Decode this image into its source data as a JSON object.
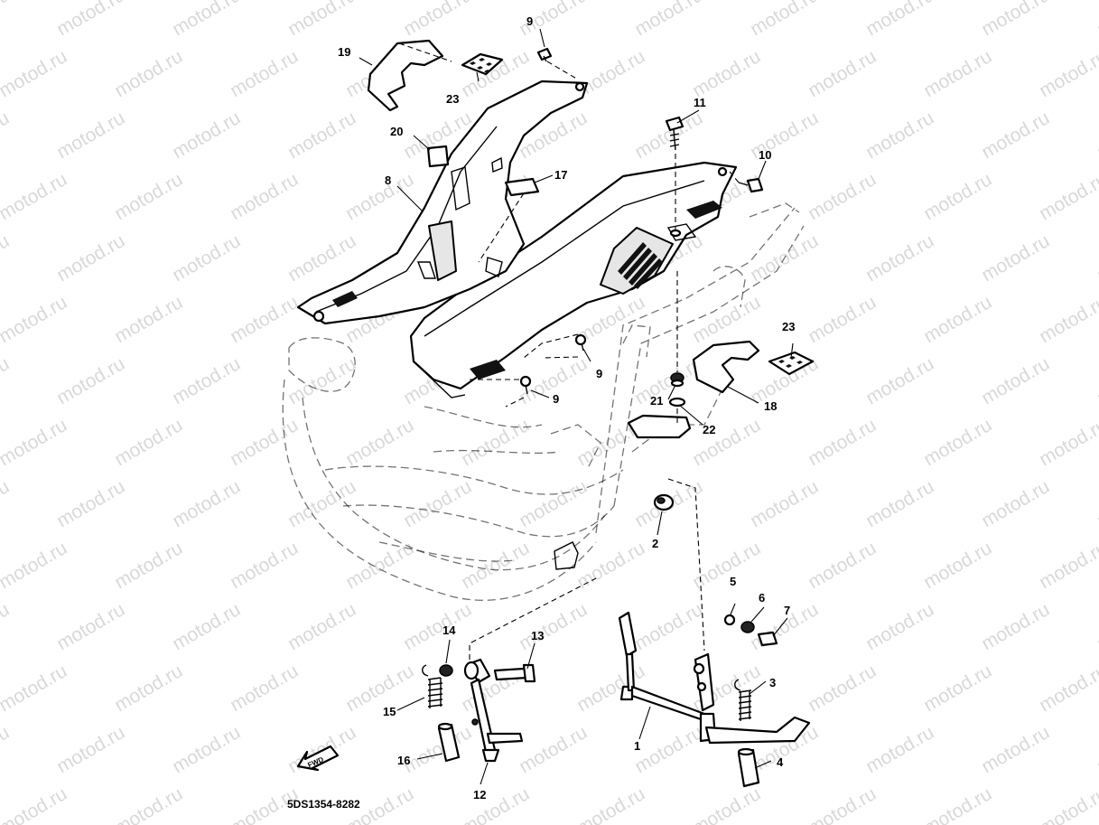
{
  "diagram_code": "5DS1354-8282",
  "watermark_text": "motod.ru",
  "fwd_label": "FWD",
  "callouts": [
    {
      "id": "c1",
      "text": "1"
    },
    {
      "id": "c2",
      "text": "2"
    },
    {
      "id": "c3",
      "text": "3"
    },
    {
      "id": "c4",
      "text": "4"
    },
    {
      "id": "c5",
      "text": "5"
    },
    {
      "id": "c6",
      "text": "6"
    },
    {
      "id": "c7",
      "text": "7"
    },
    {
      "id": "c8",
      "text": "8"
    },
    {
      "id": "c9a",
      "text": "9"
    },
    {
      "id": "c9b",
      "text": "9"
    },
    {
      "id": "c9c",
      "text": "9"
    },
    {
      "id": "c10",
      "text": "10"
    },
    {
      "id": "c11",
      "text": "11"
    },
    {
      "id": "c12",
      "text": "12"
    },
    {
      "id": "c13",
      "text": "13"
    },
    {
      "id": "c14",
      "text": "14"
    },
    {
      "id": "c15",
      "text": "15"
    },
    {
      "id": "c16",
      "text": "16"
    },
    {
      "id": "c17",
      "text": "17"
    },
    {
      "id": "c18",
      "text": "18"
    },
    {
      "id": "c19",
      "text": "19"
    },
    {
      "id": "c20",
      "text": "20"
    },
    {
      "id": "c21",
      "text": "21"
    },
    {
      "id": "c22",
      "text": "22"
    },
    {
      "id": "c23a",
      "text": "23"
    },
    {
      "id": "c23b",
      "text": "23"
    }
  ]
}
